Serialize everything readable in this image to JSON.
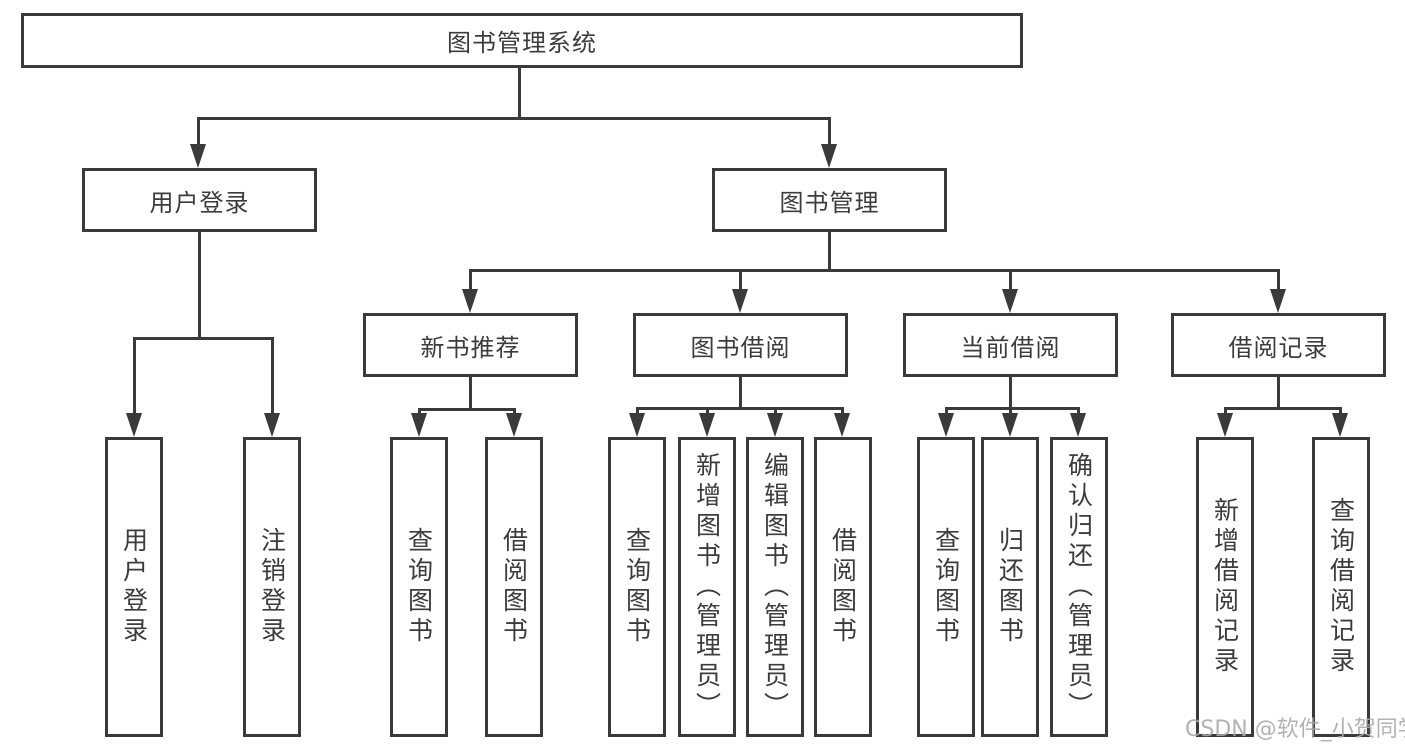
{
  "diagram": {
    "type": "tree",
    "title": "图书管理系统",
    "colors": {
      "line": "#3a3a3a",
      "text": "#3c3c3c",
      "box_background": "#ffffff",
      "watermark": "#ababab"
    },
    "root": {
      "label": "图书管理系统",
      "children": [
        {
          "label": "用户登录",
          "children": [
            {
              "label": "用户登录"
            },
            {
              "label": "注销登录"
            }
          ]
        },
        {
          "label": "图书管理",
          "children": [
            {
              "label": "新书推荐",
              "children": [
                {
                  "label": "查询图书"
                },
                {
                  "label": "借阅图书"
                }
              ]
            },
            {
              "label": "图书借阅",
              "children": [
                {
                  "label": "查询图书"
                },
                {
                  "label": "新增图书（管理员）"
                },
                {
                  "label": "编辑图书（管理员）"
                },
                {
                  "label": "借阅图书"
                }
              ]
            },
            {
              "label": "当前借阅",
              "children": [
                {
                  "label": "查询图书"
                },
                {
                  "label": "归还图书"
                },
                {
                  "label": "确认归还（管理员）"
                }
              ]
            },
            {
              "label": "借阅记录",
              "children": [
                {
                  "label": "新增借阅记录"
                },
                {
                  "label": "查询借阅记录"
                }
              ]
            }
          ]
        }
      ]
    }
  },
  "watermark": {
    "text": "CSDN @软件_小贺同学"
  }
}
